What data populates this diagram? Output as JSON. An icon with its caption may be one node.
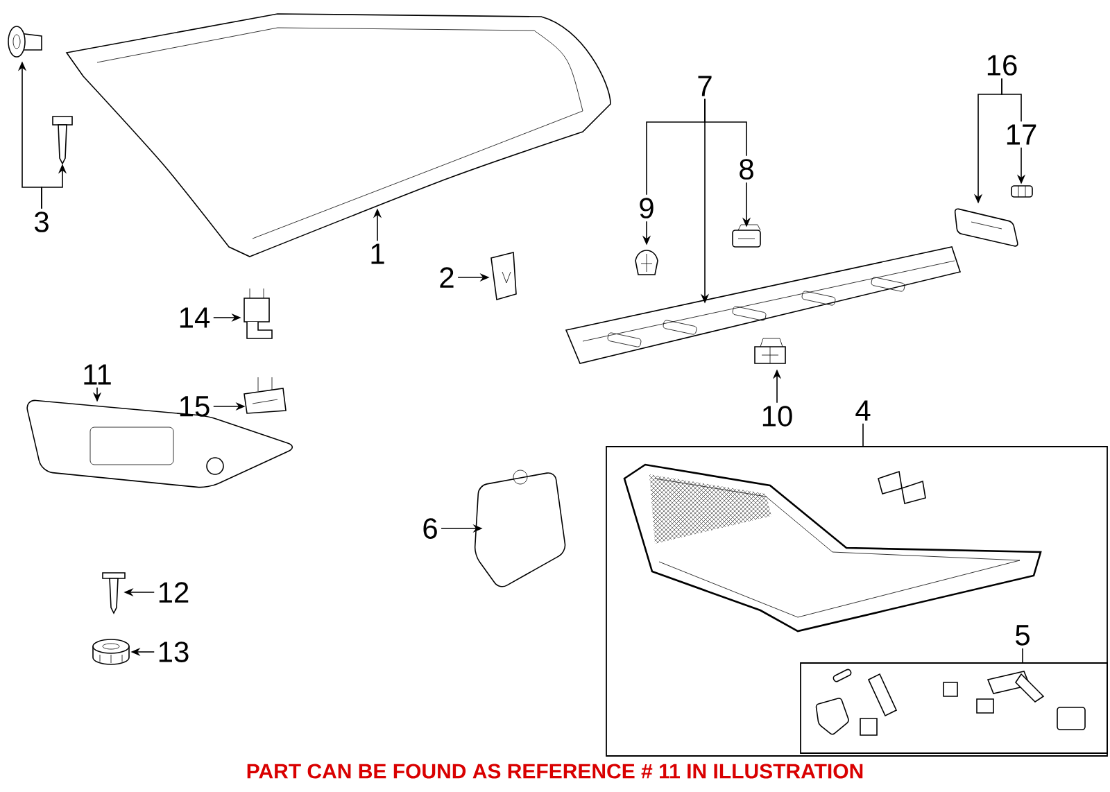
{
  "diagram": {
    "nodes": [
      {
        "text": [
          "3"
        ]
      },
      {
        "text": [],
        "shape": "picture"
      },
      {
        "text": [],
        "shape": "picture"
      },
      {
        "text": [
          "1"
        ]
      },
      {
        "text": [],
        "shape": "picture"
      },
      {
        "text": [
          "2"
        ]
      },
      {
        "text": [],
        "shape": "picture"
      },
      {
        "text": [
          "7"
        ]
      },
      {
        "text": [
          "9"
        ]
      },
      {
        "text": [
          "8"
        ]
      },
      {
        "text": [],
        "shape": "picture"
      },
      {
        "text": [],
        "shape": "picture"
      },
      {
        "text": [],
        "shape": "picture"
      },
      {
        "text": [
          "16"
        ]
      },
      {
        "text": [
          "17"
        ]
      },
      {
        "text": [],
        "shape": "picture"
      },
      {
        "text": [],
        "shape": "picture"
      },
      {
        "text": [
          "14"
        ]
      },
      {
        "text": [],
        "shape": "picture"
      },
      {
        "text": [
          "11"
        ]
      },
      {
        "text": [],
        "shape": "picture"
      },
      {
        "text": [
          "15"
        ]
      },
      {
        "text": [],
        "shape": "picture"
      },
      {
        "text": [
          "10"
        ]
      },
      {
        "text": [],
        "shape": "picture"
      },
      {
        "text": [
          "4"
        ]
      },
      {
        "text": [],
        "shape": "box"
      },
      {
        "text": [
          "6"
        ]
      },
      {
        "text": [],
        "shape": "picture"
      },
      {
        "text": [
          "5"
        ],
        "in": 26
      },
      {
        "text": [],
        "shape": "box",
        "in": 26
      },
      {
        "text": [
          "12"
        ]
      },
      {
        "text": [],
        "shape": "picture"
      },
      {
        "text": [
          "13"
        ]
      },
      {
        "text": [],
        "shape": "picture"
      }
    ],
    "edges": [
      {
        "from": 0,
        "to": 1,
        "arrow": "to"
      },
      {
        "from": 0,
        "to": 2,
        "arrow": "to"
      },
      {
        "from": 3,
        "to": 4,
        "arrow": "to"
      },
      {
        "from": 5,
        "to": 6,
        "arrow": "to"
      },
      {
        "from": 7,
        "to": 12,
        "arrow": "to"
      },
      {
        "from": 7,
        "to": 8,
        "arrow": "none"
      },
      {
        "from": 7,
        "to": 9,
        "arrow": "none"
      },
      {
        "from": 8,
        "to": 10,
        "arrow": "to"
      },
      {
        "from": 9,
        "to": 11,
        "arrow": "to"
      },
      {
        "from": 13,
        "to": 15,
        "arrow": "to"
      },
      {
        "from": 13,
        "to": 14,
        "arrow": "none"
      },
      {
        "from": 14,
        "to": 16,
        "arrow": "to"
      },
      {
        "from": 17,
        "to": 18,
        "arrow": "to"
      },
      {
        "from": 19,
        "to": 20,
        "arrow": "to"
      },
      {
        "from": 21,
        "to": 22,
        "arrow": "to"
      },
      {
        "from": 23,
        "to": 24,
        "arrow": "to"
      },
      {
        "from": 25,
        "to": 26,
        "arrow": "none"
      },
      {
        "from": 27,
        "to": 28,
        "arrow": "to"
      },
      {
        "from": 29,
        "to": 30,
        "arrow": "none"
      },
      {
        "from": 31,
        "to": 32,
        "arrow": "to"
      },
      {
        "from": 33,
        "to": 34,
        "arrow": "to"
      }
    ],
    "labels": [
      "PART CAN BE FOUND AS REFERENCE # 11 IN ILLUSTRATION"
    ]
  }
}
